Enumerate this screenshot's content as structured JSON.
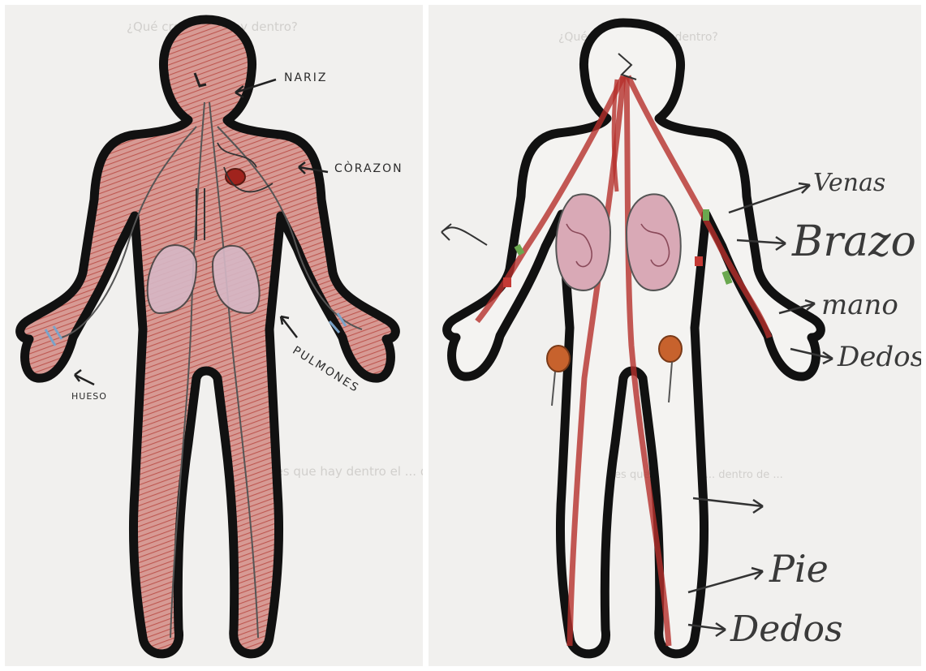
{
  "left_drawing": {
    "labels": {
      "nariz": "NARIZ",
      "corazon": "CÒRAZON",
      "pulmones": "PULMONES",
      "hueso": "HUESO"
    },
    "background_print": {
      "top_question": "¿Qué crees que hay dentro?",
      "bottom_question": "¿Crees que hay dentro el ... de ..."
    }
  },
  "right_drawing": {
    "labels": {
      "venas": "Venas",
      "brazo": "Brazo",
      "mano": "mano",
      "dedos_hand": "Dedos",
      "pie": "Pie",
      "dedos_foot": "Dedos"
    },
    "background_print": {
      "top_question": "¿Qué crees que hay dentro?",
      "bottom_question": "¿Crees que hay en el ... dentro de ..."
    }
  },
  "colors": {
    "paper": "#f1f0ee",
    "outline": "#111111",
    "red_pencil": "#b5302c",
    "organ_pink": "#d9a9b6",
    "kidney_orange": "#c7622d",
    "bone_blue": "#7aa3c9",
    "vein_green": "#6aa84f"
  }
}
